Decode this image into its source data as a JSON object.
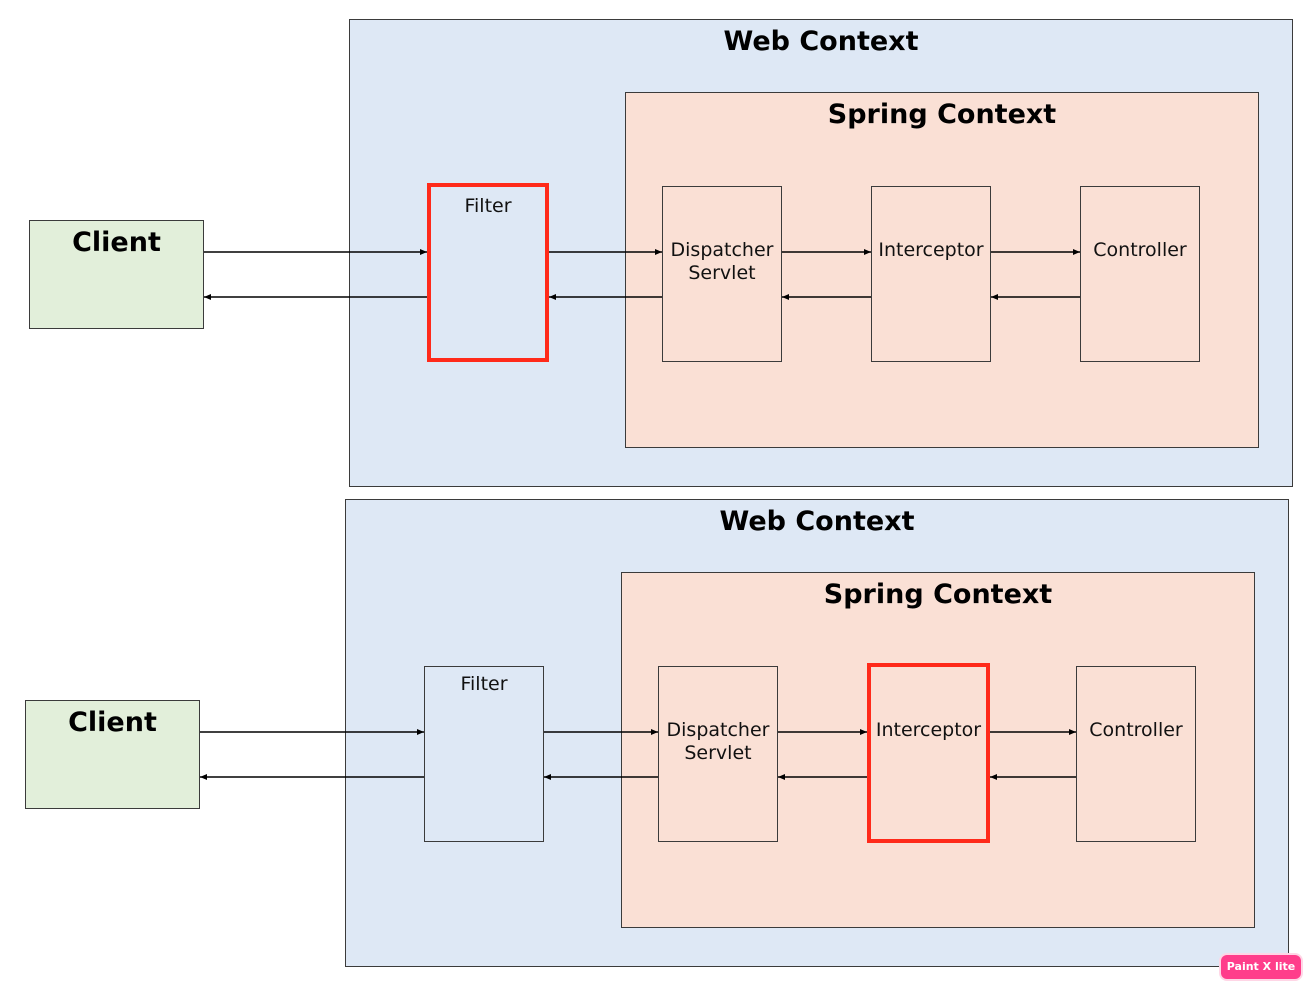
{
  "panels": [
    {
      "web_title": "Web Context",
      "spring_title": "Spring Context",
      "client": "Client",
      "filter": "Filter",
      "dispatcher": [
        "Dispatcher",
        "Servlet"
      ],
      "interceptor": "Interceptor",
      "controller": "Controller",
      "highlighted": "filter"
    },
    {
      "web_title": "Web Context",
      "spring_title": "Spring Context",
      "client": "Client",
      "filter": "Filter",
      "dispatcher": [
        "Dispatcher",
        "Servlet"
      ],
      "interceptor": "Interceptor",
      "controller": "Controller",
      "highlighted": "interceptor"
    }
  ],
  "colors": {
    "web_context": "#dee8f5",
    "spring_context": "#fae0d5",
    "client": "#e2efda",
    "highlight": "#ff2a1a"
  },
  "watermark": "Paint X lite"
}
